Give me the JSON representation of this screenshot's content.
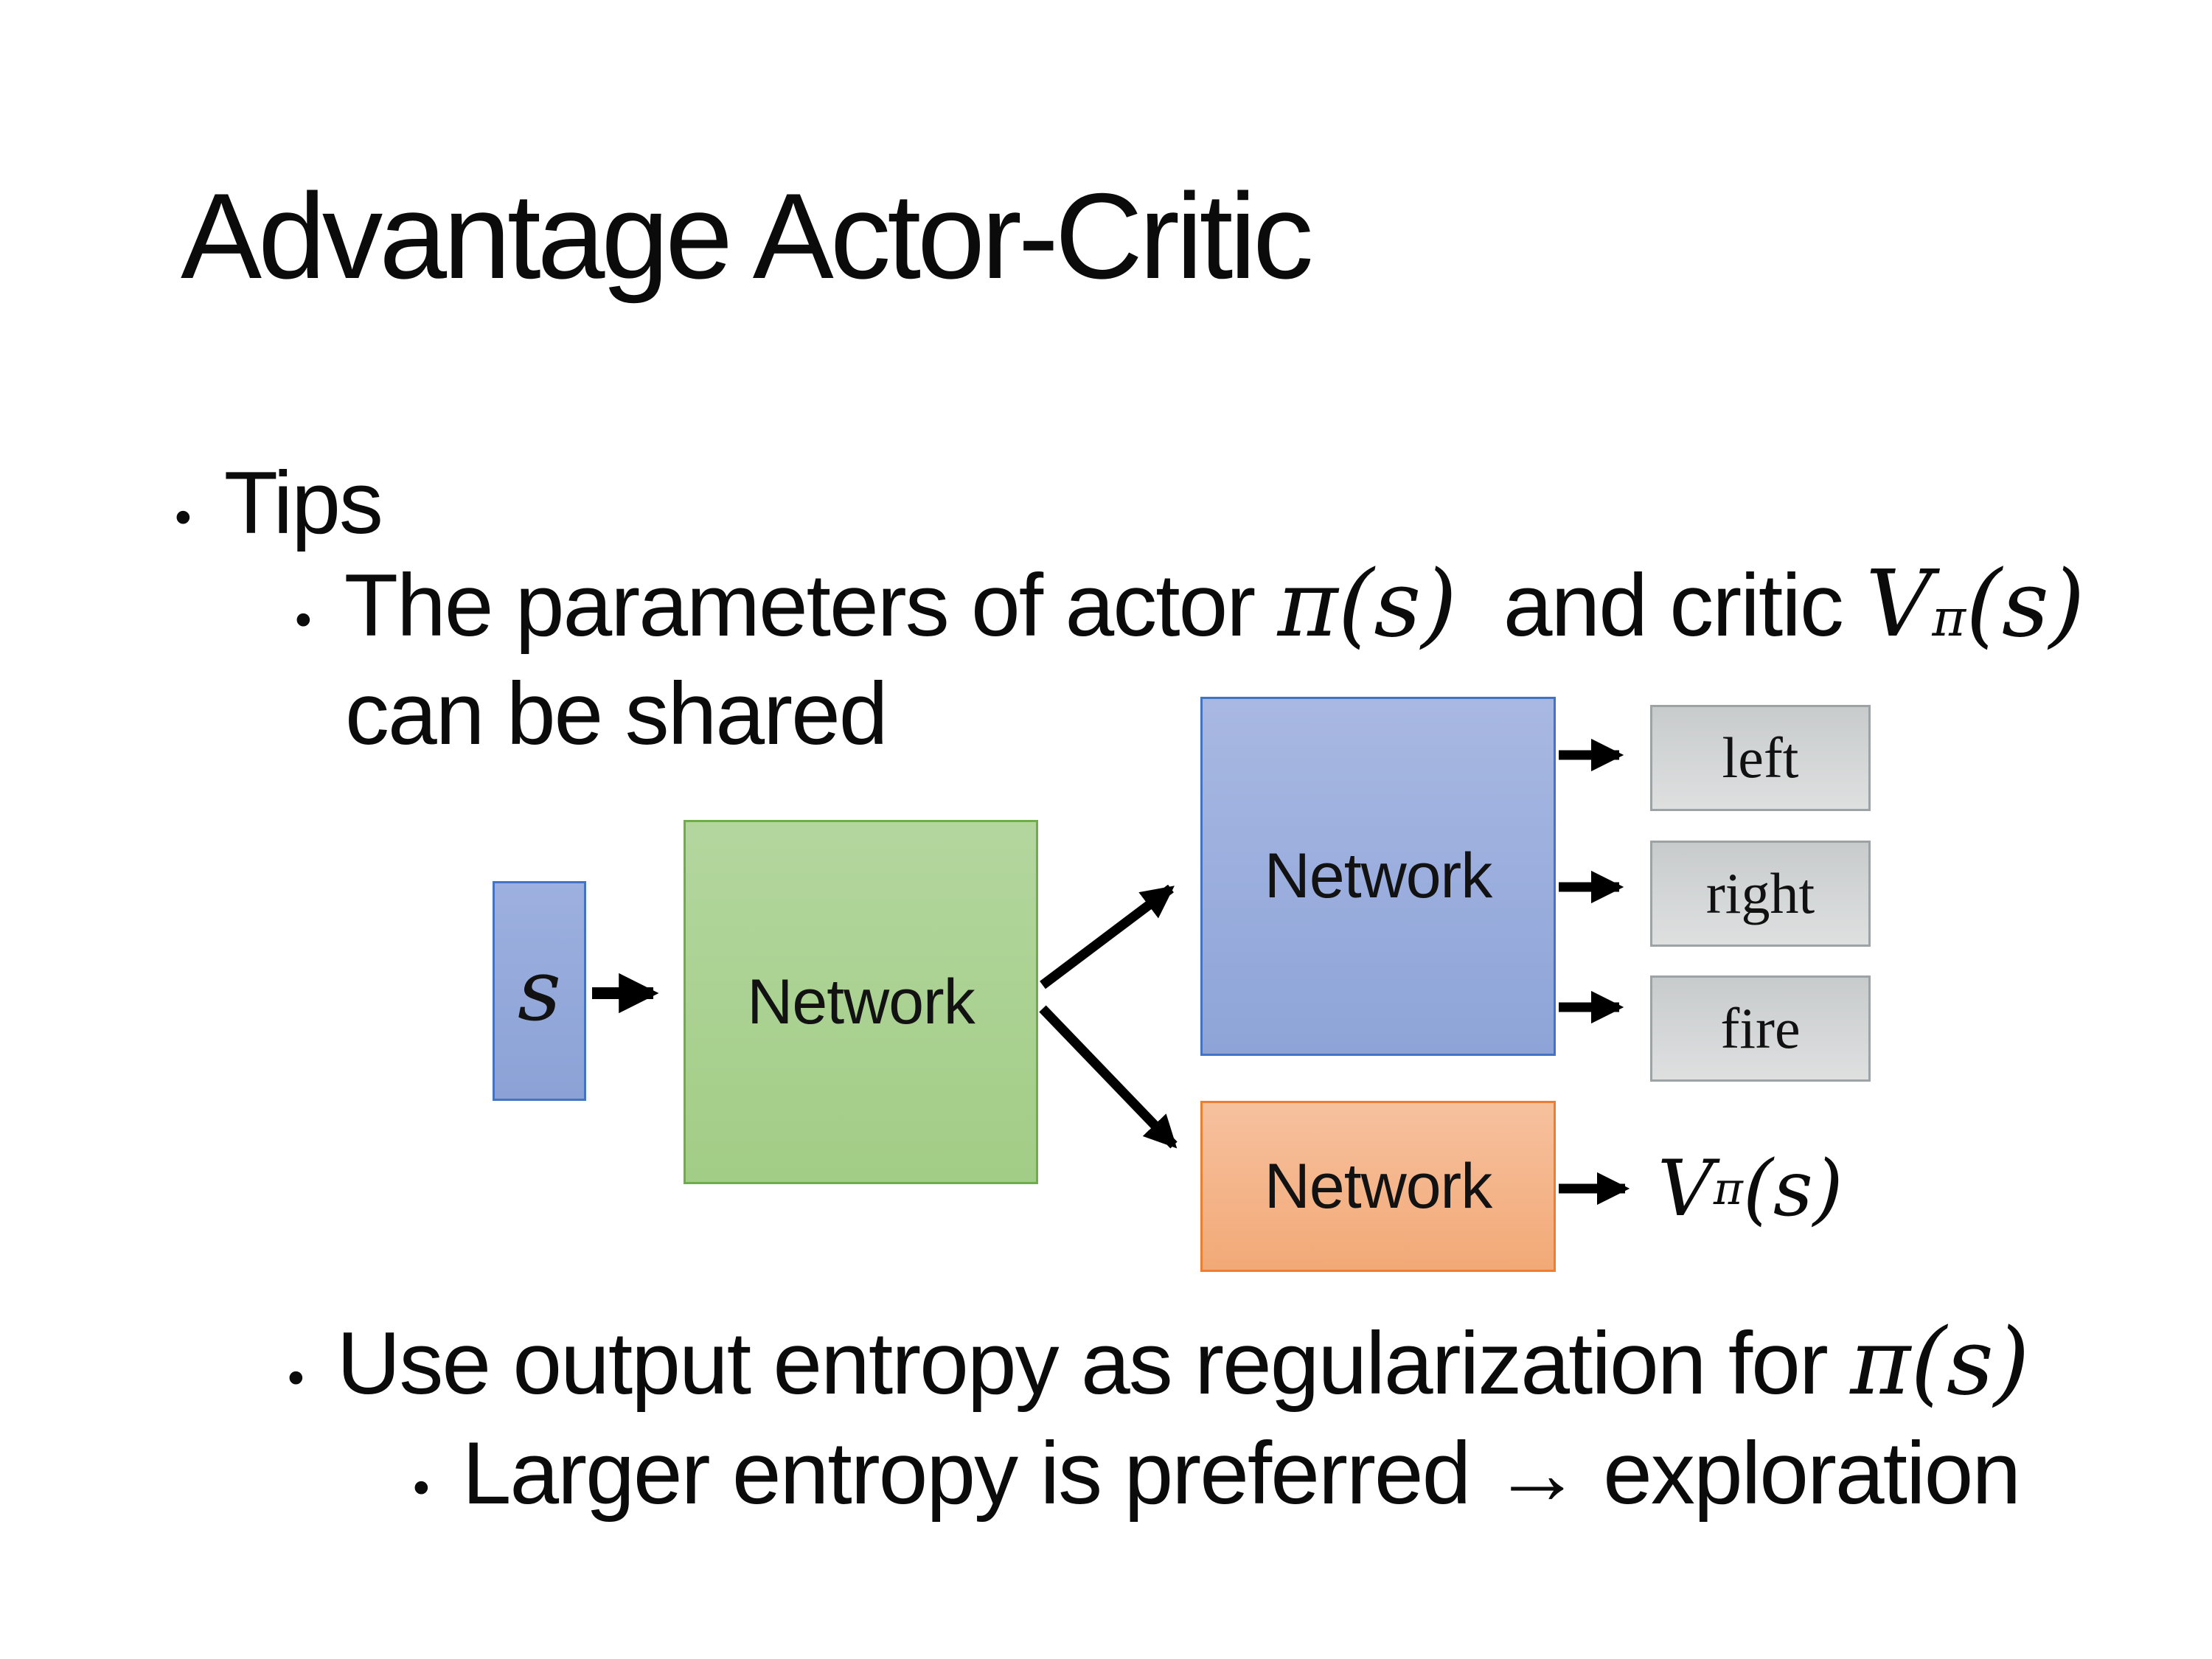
{
  "slide": {
    "title": "Advantage Actor-Critic",
    "background": "#ffffff",
    "bullet_char": "•"
  },
  "bullets": {
    "level1": {
      "label": "Tips"
    },
    "shared_params": {
      "text_before_pi": "The parameters of actor ",
      "pi": "π(s)",
      "text_between": "  and critic ",
      "v": "V",
      "v_sup": "π",
      "v_args": "(s)",
      "line2": "can be shared"
    },
    "entropy": {
      "text": "Use output entropy as regularization for ",
      "pi": "π(s)"
    },
    "exploration": {
      "text": "Larger entropy is preferred → exploration"
    }
  },
  "diagram": {
    "state_box": {
      "label": "s",
      "fill_top": "#9DB0DF",
      "fill_bottom": "#8CA2D6",
      "border": "#4472C4"
    },
    "shared_network": {
      "label": "Network",
      "fill_top": "#B3D69E",
      "fill_bottom": "#A2CD86",
      "border": "#70AD47"
    },
    "actor_network": {
      "label": "Network",
      "fill_top": "#A8B8E2",
      "fill_bottom": "#8EA4D8",
      "border": "#4472C4"
    },
    "critic_network": {
      "label": "Network",
      "fill_top": "#F7C19E",
      "fill_bottom": "#F2A977",
      "border": "#ED7D31"
    },
    "action_outputs": [
      {
        "label": "left"
      },
      {
        "label": "right"
      },
      {
        "label": "fire"
      }
    ],
    "output_box_style": {
      "fill_top": "#C8CBCC",
      "fill_bottom": "#DEE0E0",
      "border": "#9DA3A5"
    },
    "value_output": {
      "v": "V",
      "sup": "π",
      "args": "(s)"
    },
    "arrow_color": "#000000"
  }
}
